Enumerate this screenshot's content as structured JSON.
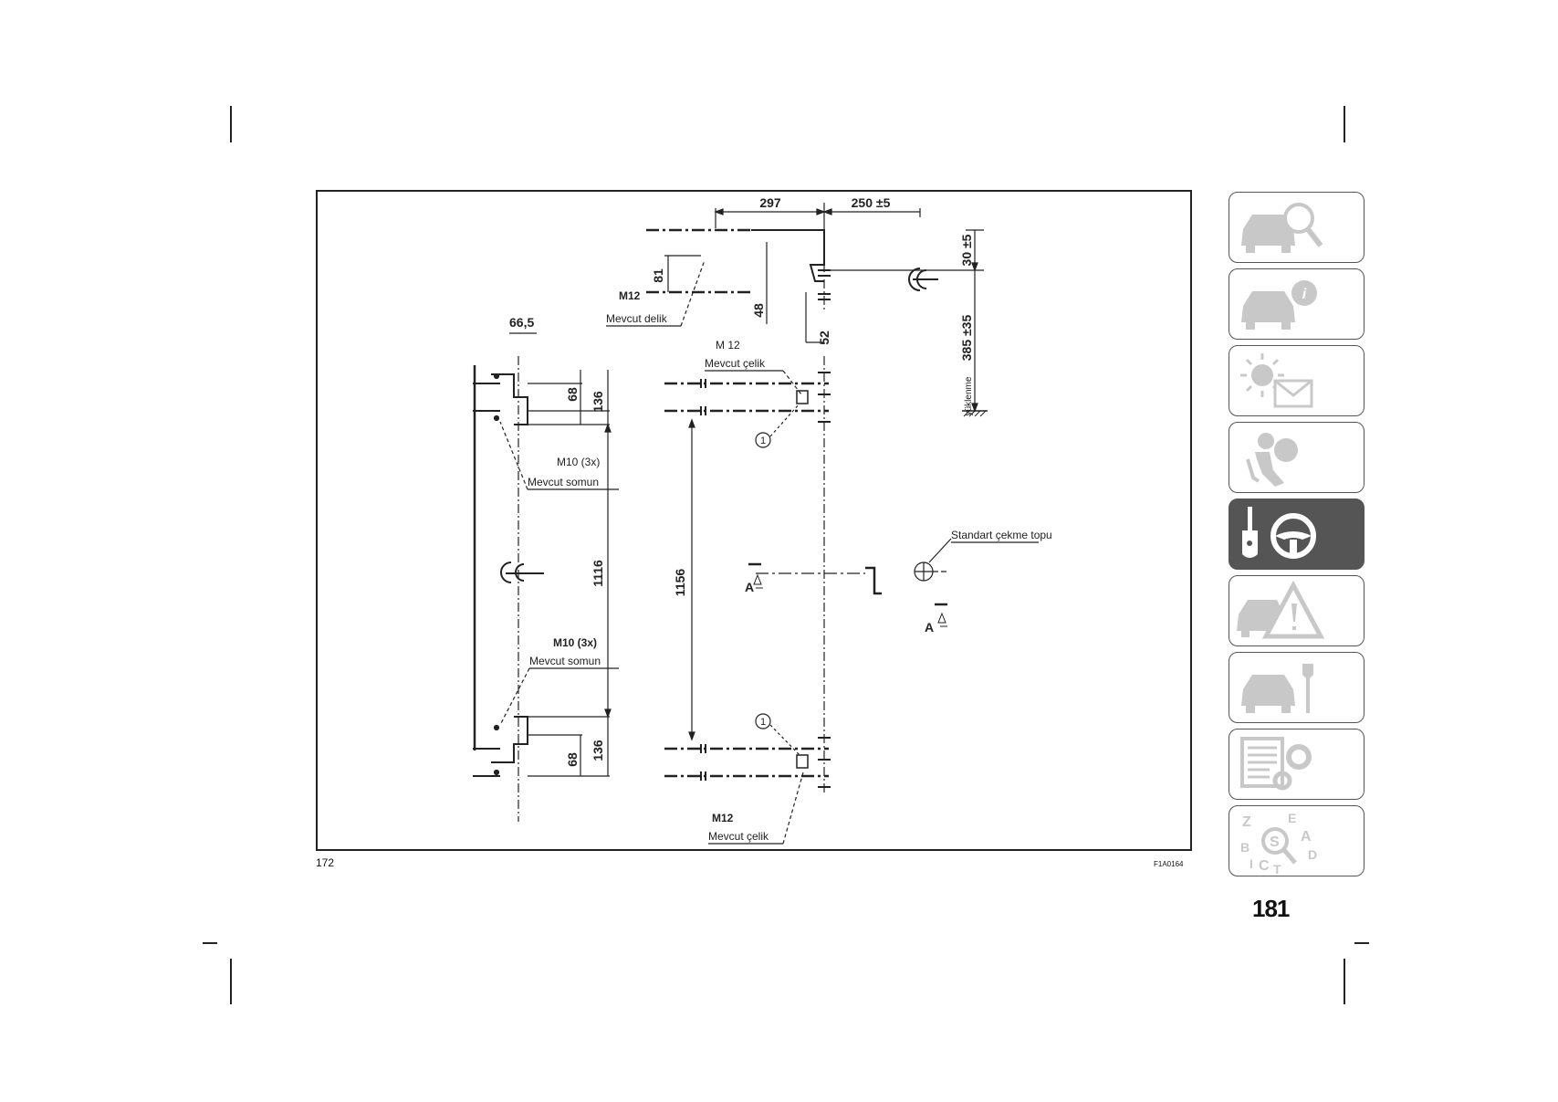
{
  "figure": {
    "number": "172",
    "code": "F1A0164",
    "dims": {
      "d297": "297",
      "d250": "250 ±5",
      "d30": "30 ±5",
      "d385": "385 ±35",
      "d81": "81",
      "d48": "48",
      "d52": "52",
      "d665": "66,5",
      "d68a": "68",
      "d136a": "136",
      "d1116": "1116",
      "d1156": "1156",
      "d68b": "68",
      "d136b": "136"
    },
    "labels": {
      "m12_top": "M12",
      "mevcut_delik": "Mevcut delik",
      "m12_mid": "M 12",
      "mevcut_celik_top": "Mevcut çelik",
      "yuklenme": "yüklenme",
      "m10_top": "M10 (3x)",
      "mevcut_somun_top": "Mevcut somun",
      "standart_cekme_topu": "Standart çekme topu",
      "section_a1": "A",
      "section_a2": "A",
      "m10_bottom": "M10 (3x)",
      "mevcut_somun_bottom": "Mevcut somun",
      "m12_bottom": "M12",
      "mevcut_celik_bottom": "Mevcut çelik",
      "ref_1a": "1",
      "ref_1b": "1"
    }
  },
  "page": {
    "number": "181"
  },
  "side_tabs": [
    {
      "icon": "car-inspection-icon",
      "active": false
    },
    {
      "icon": "car-info-icon",
      "active": false
    },
    {
      "icon": "warning-light-message-icon",
      "active": false
    },
    {
      "icon": "seat-airbag-icon",
      "active": false
    },
    {
      "icon": "key-steering-wheel-icon",
      "active": true
    },
    {
      "icon": "car-breakdown-warning-icon",
      "active": false
    },
    {
      "icon": "car-maintenance-icon",
      "active": false
    },
    {
      "icon": "technical-data-icon",
      "active": false
    },
    {
      "icon": "alphabetical-index-icon",
      "active": false
    }
  ],
  "colors": {
    "ink": "#222222",
    "tab_icon": "#c8c8c8",
    "tab_active_bg": "#555555"
  }
}
